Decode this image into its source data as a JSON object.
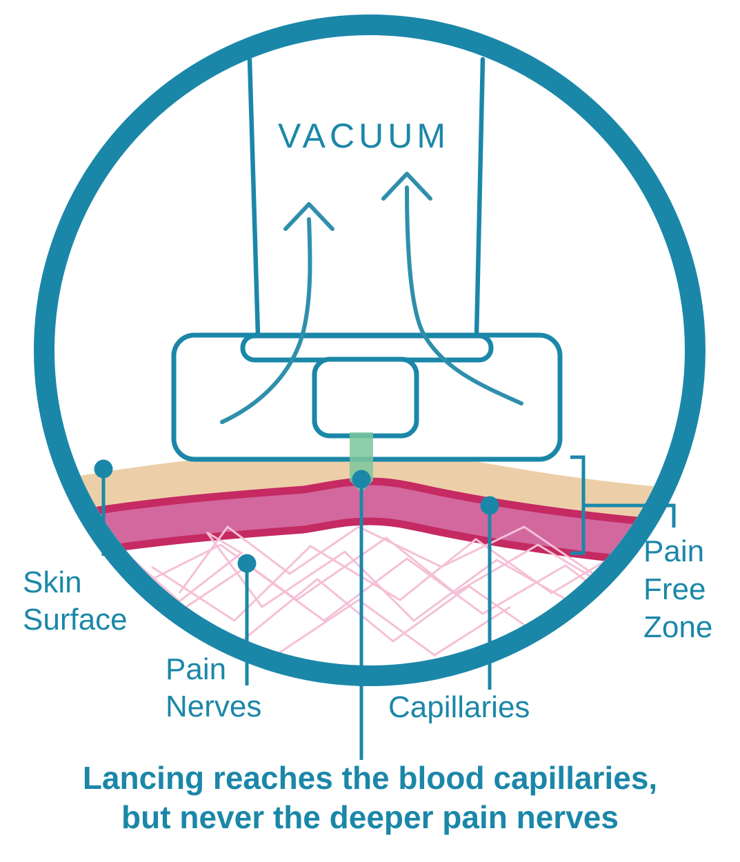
{
  "labels": {
    "vacuum": "VACUUM",
    "skin_surface": {
      "line1": "Skin",
      "line2": "Surface"
    },
    "pain_nerves": {
      "line1": "Pain",
      "line2": "Nerves"
    },
    "capillaries": "Capillaries",
    "pain_free_zone": {
      "line1": "Pain",
      "line2": "Free",
      "line3": "Zone"
    }
  },
  "caption": {
    "line1": "Lancing reaches the blood capillaries,",
    "line2": "but never the deeper pain nerves"
  },
  "colors": {
    "teal": "#1b87a8",
    "flow_teal": "#2f8fab",
    "skin_tan": "#eccfa9",
    "dermis_pink": "#d2689e",
    "dermis_edge": "#c52a62",
    "nerve_pink": "#f5c0d6",
    "lancet_green": "#7dc79c",
    "background": "#ffffff"
  }
}
